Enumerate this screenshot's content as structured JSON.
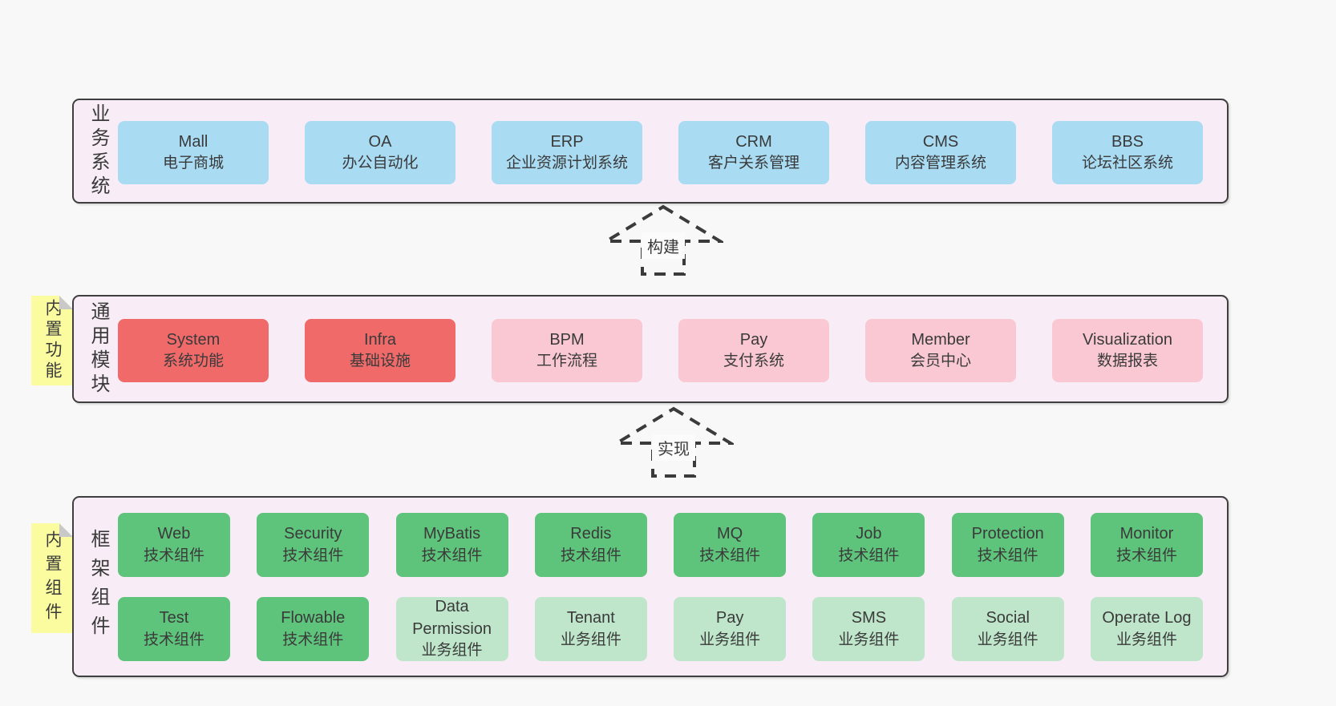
{
  "colors": {
    "section_bg": "#f8edf6",
    "border": "#3f3f3f",
    "blue": "#a9dbf3",
    "red": "#f16a6a",
    "pink": "#f9c8d2",
    "green": "#5ec47b",
    "light_green": "#bfe6ca",
    "note_yellow": "#fbfca0",
    "fold_gray": "#c9c9c9"
  },
  "arrows": [
    {
      "label": "构建"
    },
    {
      "label": "实现"
    }
  ],
  "sections": [
    {
      "label": "业务系统",
      "rows": [
        [
          {
            "name": "Mall",
            "desc": "电子商城",
            "type": "blue"
          },
          {
            "name": "OA",
            "desc": "办公自动化",
            "type": "blue"
          },
          {
            "name": "ERP",
            "desc": "企业资源计划系统",
            "type": "blue"
          },
          {
            "name": "CRM",
            "desc": "客户关系管理",
            "type": "blue"
          },
          {
            "name": "CMS",
            "desc": "内容管理系统",
            "type": "blue"
          },
          {
            "name": "BBS",
            "desc": "论坛社区系统",
            "type": "blue"
          }
        ]
      ]
    },
    {
      "label": "通用模块",
      "note": "内置功能",
      "rows": [
        [
          {
            "name": "System",
            "desc": "系统功能",
            "type": "red"
          },
          {
            "name": "Infra",
            "desc": "基础设施",
            "type": "red"
          },
          {
            "name": "BPM",
            "desc": "工作流程",
            "type": "pink"
          },
          {
            "name": "Pay",
            "desc": "支付系统",
            "type": "pink"
          },
          {
            "name": "Member",
            "desc": "会员中心",
            "type": "pink"
          },
          {
            "name": "Visualization",
            "desc": "数据报表",
            "type": "pink"
          }
        ]
      ]
    },
    {
      "label": "框架组件",
      "note": "内置组件",
      "rows": [
        [
          {
            "name": "Web",
            "desc": "技术组件",
            "type": "green"
          },
          {
            "name": "Security",
            "desc": "技术组件",
            "type": "green"
          },
          {
            "name": "MyBatis",
            "desc": "技术组件",
            "type": "green"
          },
          {
            "name": "Redis",
            "desc": "技术组件",
            "type": "green"
          },
          {
            "name": "MQ",
            "desc": "技术组件",
            "type": "green"
          },
          {
            "name": "Job",
            "desc": "技术组件",
            "type": "green"
          },
          {
            "name": "Protection",
            "desc": "技术组件",
            "type": "green"
          },
          {
            "name": "Monitor",
            "desc": "技术组件",
            "type": "green"
          }
        ],
        [
          {
            "name": "Test",
            "desc": "技术组件",
            "type": "green"
          },
          {
            "name": "Flowable",
            "desc": "技术组件",
            "type": "green"
          },
          {
            "name": "Data Permission",
            "desc": "业务组件",
            "type": "lightgreen"
          },
          {
            "name": "Tenant",
            "desc": "业务组件",
            "type": "lightgreen"
          },
          {
            "name": "Pay",
            "desc": "业务组件",
            "type": "lightgreen"
          },
          {
            "name": "SMS",
            "desc": "业务组件",
            "type": "lightgreen"
          },
          {
            "name": "Social",
            "desc": "业务组件",
            "type": "lightgreen"
          },
          {
            "name": "Operate Log",
            "desc": "业务组件",
            "type": "lightgreen"
          }
        ]
      ]
    }
  ]
}
